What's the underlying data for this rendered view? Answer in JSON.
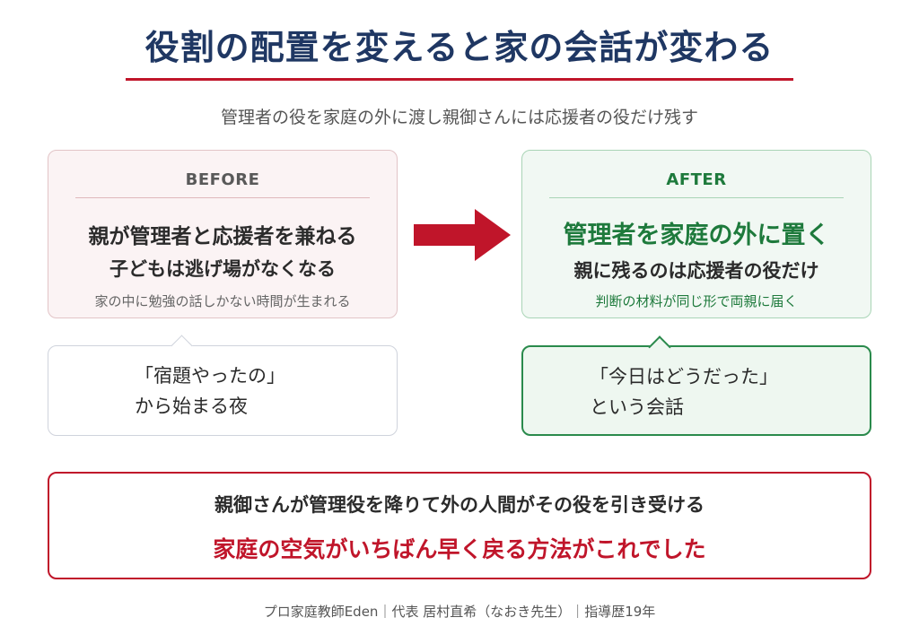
{
  "header": {
    "title": "役割の配置を変えると家の会話が変わる",
    "subtitle": "管理者の役を家庭の外に渡し親御さんには応援者の役だけ残す"
  },
  "before": {
    "label": "BEFORE",
    "line1": "親が管理者と応援者を兼ねる",
    "line2": "子どもは逃げ場がなくなる",
    "line3": "家の中に勉強の話しかない時間が生まれる",
    "quote_line1": "「宿題やったの」",
    "quote_line2": "から始まる夜"
  },
  "after": {
    "label": "AFTER",
    "line1": "管理者を家庭の外に置く",
    "line2": "親に残るのは応援者の役だけ",
    "line3": "判断の材料が同じ形で両親に届く",
    "quote_line1": "「今日はどうだった」",
    "quote_line2": "という会話"
  },
  "summary": {
    "line1": "親御さんが管理役を降りて外の人間がその役を引き受ける",
    "line2": "家庭の空気がいちばん早く戻る方法がこれでした"
  },
  "footer": {
    "text": "プロ家庭教師Eden｜代表 居村直希（なおき先生）｜指導歴19年"
  },
  "colors": {
    "title_navy": "#1f3763",
    "accent_red": "#c0152a",
    "accent_green": "#1e7a3c"
  },
  "icons": {
    "transition_arrow": "arrow-right-icon"
  }
}
